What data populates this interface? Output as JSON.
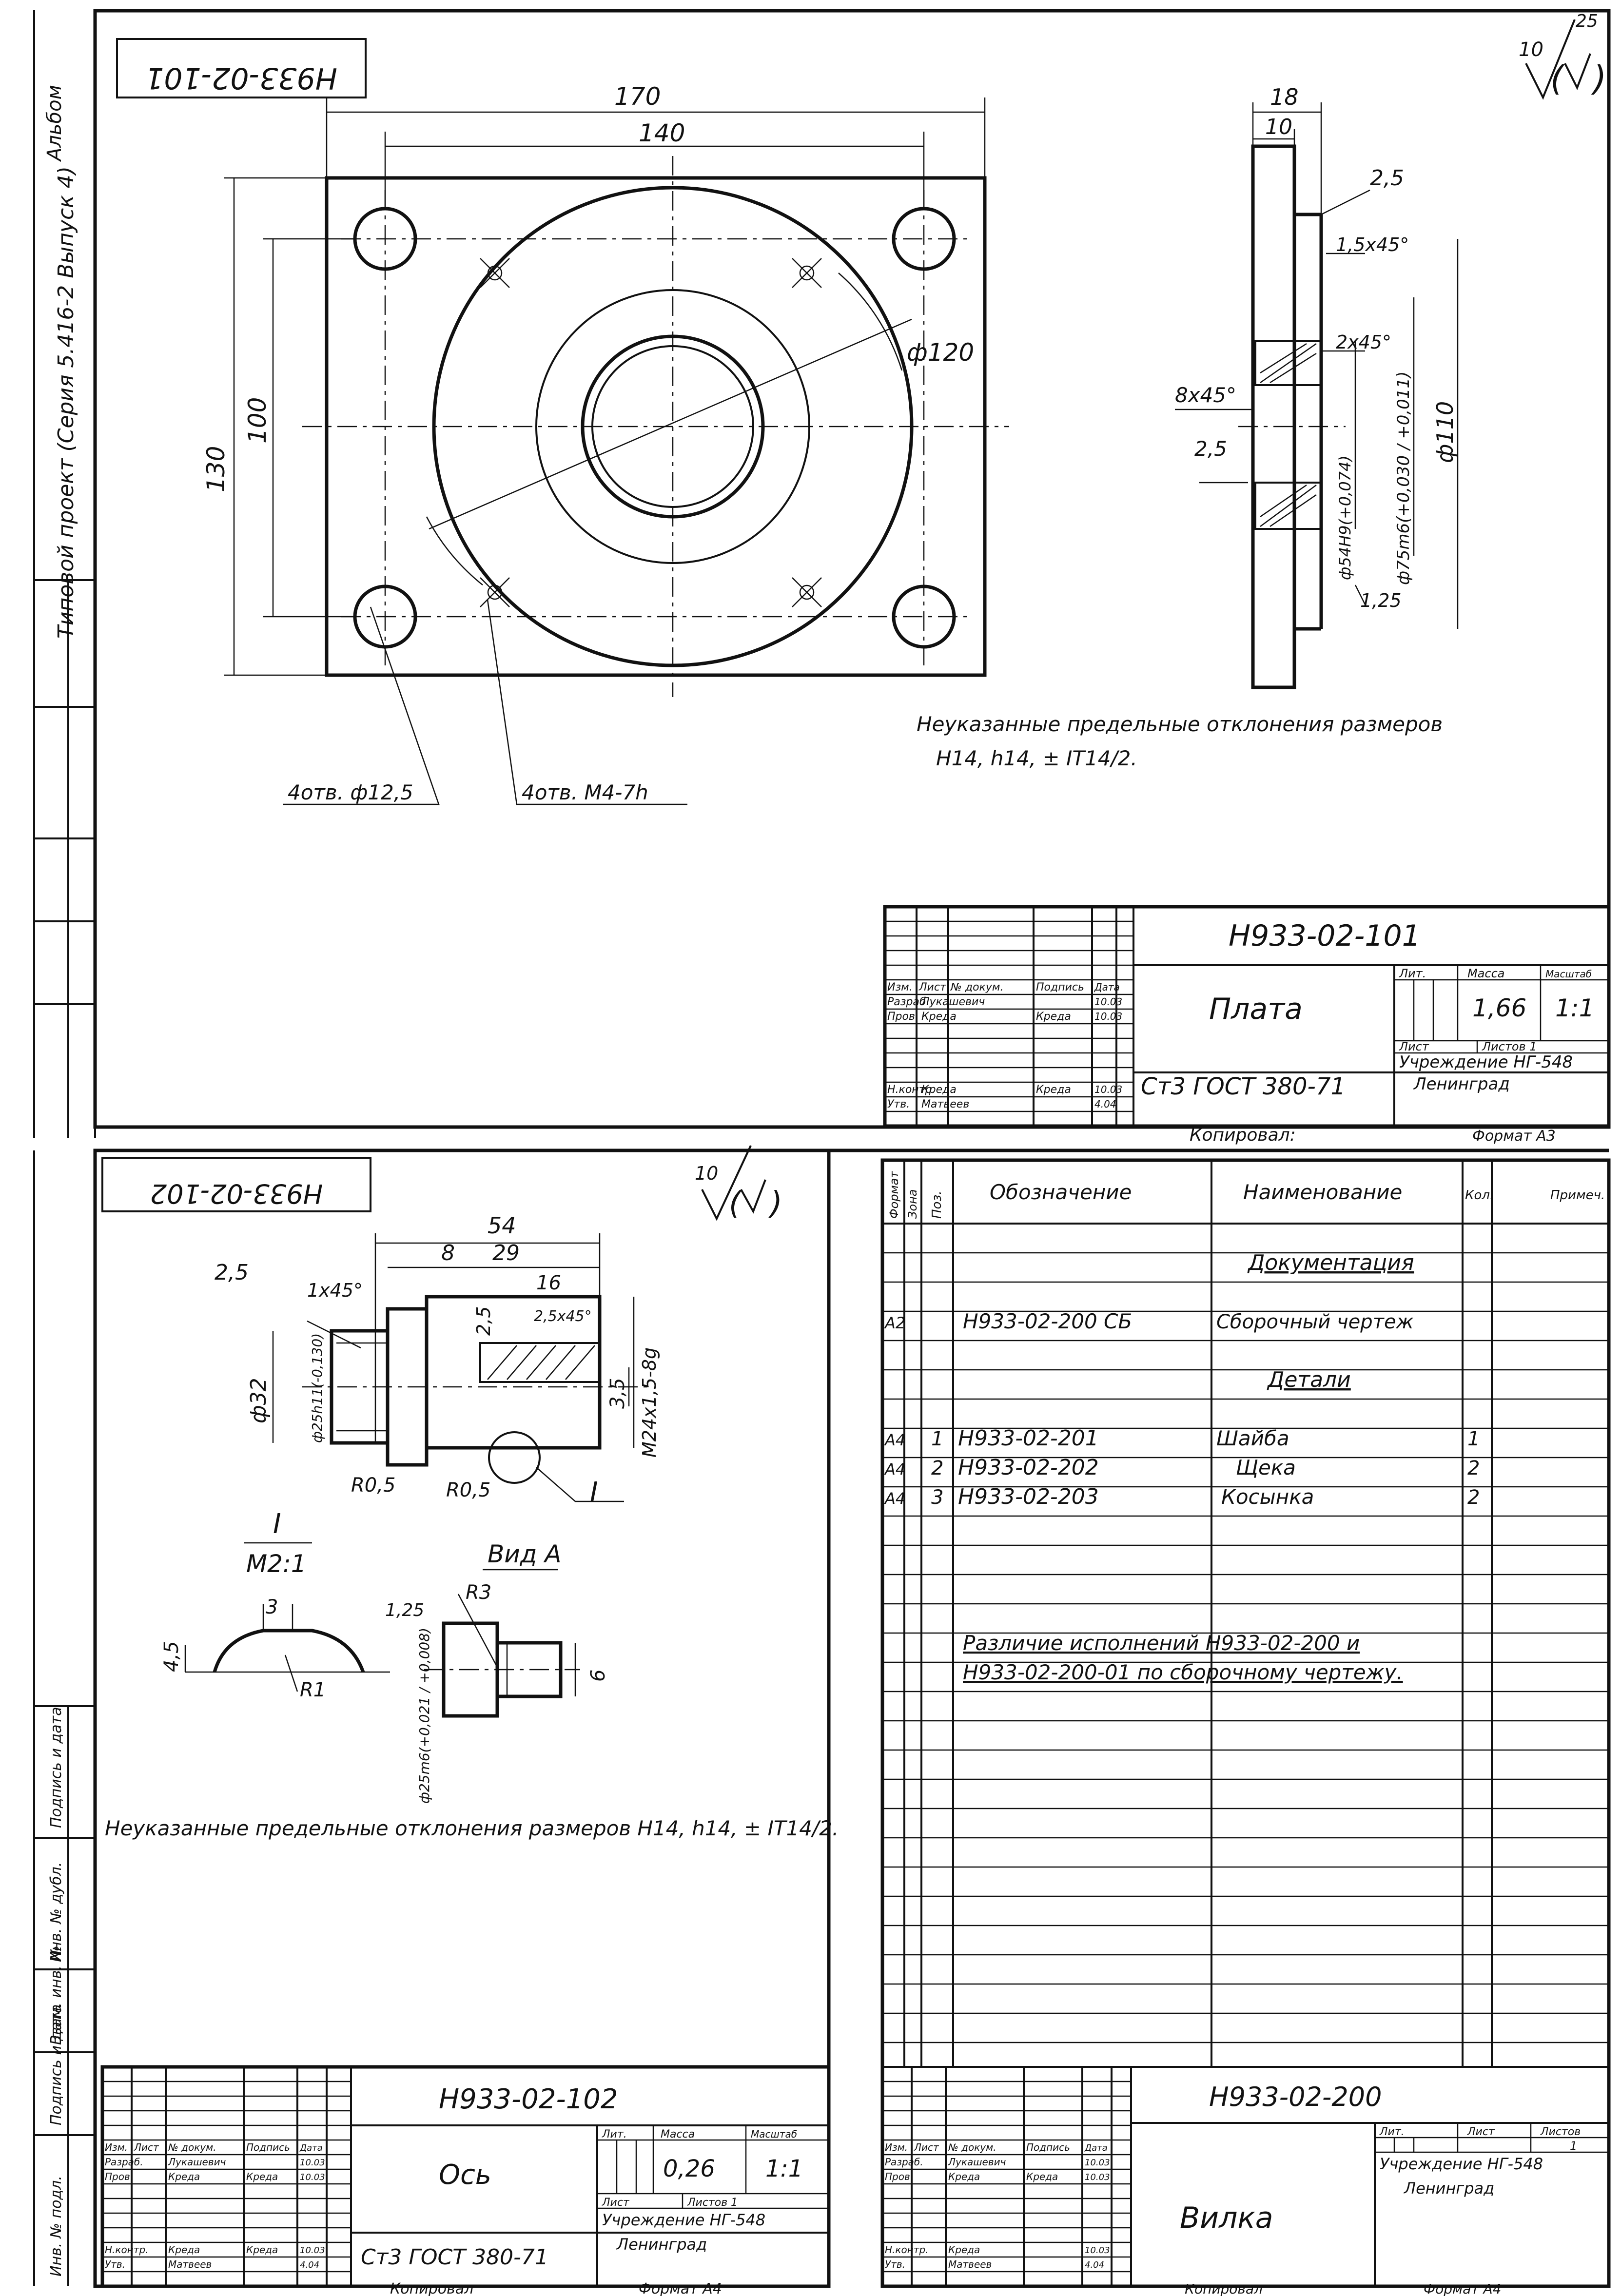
{
  "page_number": "25",
  "left_margin": {
    "album": "Альбом",
    "project": "Типовой проект (Серия 5.416-2 Выпуск 4)",
    "side_labels": [
      "Инв. № подл.",
      "Подпись и дата",
      "Взам. инв. №",
      "Инв. № дубл.",
      "Подпись и дата"
    ]
  },
  "sheet1": {
    "rotated_code": "Н933-02-101",
    "roughness": "10",
    "dims": {
      "d170": "170",
      "d140": "140",
      "d130": "130",
      "d100": "100",
      "d120": "ф120",
      "d18": "18",
      "d10": "10",
      "r25a": "2,5",
      "c15": "1,5х45°",
      "c2": "2х45°",
      "c8": "8х45°",
      "r25b": "2,5",
      "d75": "ф75m6(+0,030 / +0,011)",
      "d54": "ф54Н9(+0,074)",
      "d110": "ф110",
      "r125": "1,25"
    },
    "holes1": "4отв. ф12,5",
    "holes2": "4отв. М4-7h",
    "note_line1": "Неуказанные предельные отклонения размеров",
    "note_line2": "Н14, h14, ± IT14/2.",
    "tb": {
      "code": "Н933-02-101",
      "name": "Плата",
      "material": "Ст3 ГОСТ 380-71",
      "mass_label": "Масса",
      "mass": "1,66",
      "scale_label": "Масштаб",
      "scale": "1:1",
      "lit_label": "Лит.",
      "sheet_label": "Лист",
      "sheets_label": "Листов 1",
      "org": "Учреждение НГ-548",
      "city": "Ленинград",
      "rows": [
        [
          "Изм.",
          "Лист",
          "№ докум.",
          "Подпись",
          "Дата"
        ],
        [
          "Разраб.",
          "Лукашевич",
          "",
          "10.03"
        ],
        [
          "Пров.",
          "Креда",
          "Креда",
          "10.03"
        ],
        [
          "Н.контр.",
          "Креда",
          "Креда",
          "10.03"
        ],
        [
          "Утв.",
          "Матвеев",
          "",
          "4.04"
        ]
      ],
      "copied": "Копировал:",
      "format": "Формат А3"
    }
  },
  "sheet2": {
    "rotated_code": "Н933-02-102",
    "roughness": "10",
    "dims": {
      "r25": "2,5",
      "c1": "1х45°",
      "d54": "54",
      "d8": "8",
      "d29": "29",
      "d16": "16",
      "r25b": "2,5",
      "c25": "2,5х45°",
      "m24": "М24х1,5-8g",
      "d32": "ф32",
      "d25h": "ф25h11(-0,130)",
      "d35": "3,5",
      "r05a": "R0,5",
      "r05b": "R0,5",
      "markI": "I"
    },
    "detail_title": "I",
    "detail_scale": "М2:1",
    "view_title": "Вид А",
    "detail": {
      "d3": "3",
      "d45": "4,5",
      "r1": "R1"
    },
    "view": {
      "r3": "R3",
      "r125": "1,25",
      "d6": "6",
      "d25m": "ф25m6(+0,021 / +0,008)"
    },
    "note": "Неуказанные предельные отклонения размеров Н14, h14, ± IT14/2.",
    "tb": {
      "code": "Н933-02-102",
      "name": "Ось",
      "material": "Ст3 ГОСТ 380-71",
      "mass": "0,26",
      "scale": "1:1",
      "lit_label": "Лит.",
      "mass_label": "Масса",
      "scale_label": "Масштаб",
      "sheet_label": "Лист",
      "sheets_label": "Листов 1",
      "org": "Учреждение НГ-548",
      "city": "Ленинград",
      "rows": [
        [
          "Изм.",
          "Лист",
          "№ докум.",
          "Подпись",
          "Дата"
        ],
        [
          "Разраб.",
          "Лукашевич",
          "",
          "10.03"
        ],
        [
          "Пров.",
          "Креда",
          "Креда",
          "10.03"
        ],
        [
          "Н.контр.",
          "Креда",
          "Креда",
          "10.03"
        ],
        [
          "Утв.",
          "Матвеев",
          "",
          "4.04"
        ]
      ],
      "copied": "Копировал",
      "format": "Формат А4"
    }
  },
  "sheet3": {
    "headers": [
      "Формат",
      "Зона",
      "Поз.",
      "Обозначение",
      "Наименование",
      "Кол.",
      "Примеч."
    ],
    "section_docs": "Документация",
    "section_parts": "Детали",
    "rows": [
      {
        "fmt": "А2",
        "pos": "",
        "code": "Н933-02-200 СБ",
        "name": "Сборочный чертеж",
        "qty": ""
      },
      {
        "fmt": "А4",
        "pos": "1",
        "code": "Н933-02-201",
        "name": "Шайба",
        "qty": "1"
      },
      {
        "fmt": "А4",
        "pos": "2",
        "code": "Н933-02-202",
        "name": "Щека",
        "qty": "2"
      },
      {
        "fmt": "А4",
        "pos": "3",
        "code": "Н933-02-203",
        "name": "Косынка",
        "qty": "2"
      }
    ],
    "note_line1": "Различие исполнений Н933-02-200 и",
    "note_line2": "Н933-02-200-01 по сборочному чертежу.",
    "tb": {
      "code": "Н933-02-200",
      "name": "Вилка",
      "lit_label": "Лит.",
      "sheet_label": "Лист",
      "sheets_label": "Листов",
      "sheets": "1",
      "org": "Учреждение НГ-548",
      "city": "Ленинград",
      "rows": [
        [
          "Изм.",
          "Лист",
          "№ докум.",
          "Подпись",
          "Дата"
        ],
        [
          "Разраб.",
          "Лукашевич",
          "",
          "10.03"
        ],
        [
          "Пров.",
          "Креда",
          "Креда",
          "10.03"
        ],
        [
          "Н.контр.",
          "Креда",
          "",
          "10.03"
        ],
        [
          "Утв.",
          "Матвеев",
          "",
          "4.04"
        ]
      ],
      "copied": "Копировал",
      "format": "Формат А4"
    }
  }
}
